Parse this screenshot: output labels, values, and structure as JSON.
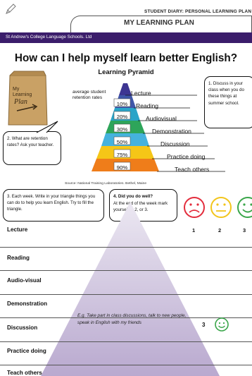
{
  "header": {
    "diary_label": "STUDENT DIARY: PERSONAL LEARNING PLAN",
    "tab_title": "MY LEARNING PLAN",
    "school": "St Andrew's College Language Schools. Ltd"
  },
  "main_title": "How can I help myself learn better English?",
  "pyramid": {
    "title": "Learning Pyramid",
    "avg_label": "average student retention rates",
    "source": "Source: National Training Laboratories. Bethel, Maine",
    "levels": [
      {
        "stage": "Lecture",
        "pct": "",
        "color": "#3d3592"
      },
      {
        "stage": "Reading",
        "pct": "10%",
        "color": "#3f56a8"
      },
      {
        "stage": "Audiovisual",
        "pct": "20%",
        "color": "#2aa4c8"
      },
      {
        "stage": "Demonstration",
        "pct": "30%",
        "color": "#2ea55a"
      },
      {
        "stage": "Discussion",
        "pct": "50%",
        "color": "#45b2dd"
      },
      {
        "stage": "Practice doing",
        "pct": "75%",
        "color": "#f5c617"
      },
      {
        "stage": "Teach others",
        "pct": "90%",
        "color": "#ef7d1a"
      }
    ]
  },
  "bag": {
    "line1": "My",
    "line2": "Learning",
    "line3": "Plan"
  },
  "bubbles": {
    "discuss": "1. Discuss in your class when you do these things at summer school.",
    "retention": "2. What are retention rates? Ask your teacher.",
    "each_week": "3. Each week. Write in your triangle things you can do to help you learn English. Try to fill the triangle.",
    "did_well_title": "4. Did you do well?",
    "did_well_body": "At the end of the week mark yourself 1, 2, or 3."
  },
  "faces": {
    "sad": "1",
    "neutral": "2",
    "happy": "3",
    "sad_color": "#e32c3c",
    "neutral_color": "#f2c51b",
    "happy_color": "#3aa64a"
  },
  "rows": [
    "Lecture",
    "Reading",
    "Audio-visual",
    "Demonstration",
    "Discussion",
    "Practice doing",
    "Teach others"
  ],
  "example": {
    "text": "E.g. Take part in class discussions, talk to new people, speak in English with my friends",
    "score": "3"
  }
}
